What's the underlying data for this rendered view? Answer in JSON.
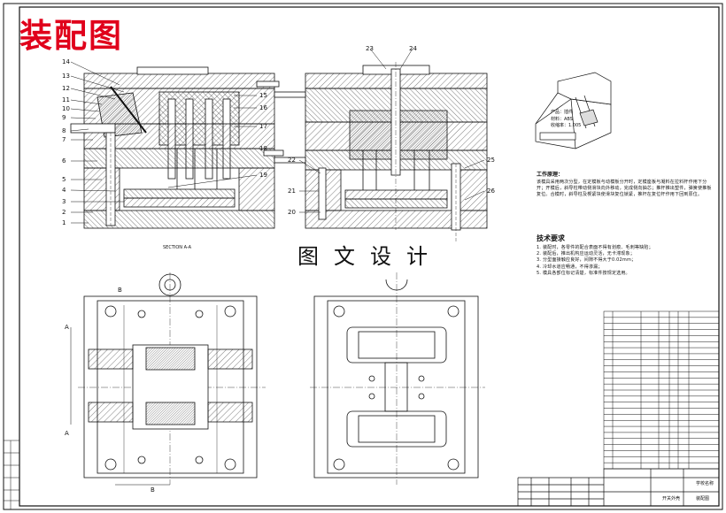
{
  "titles": {
    "main": "装配图",
    "sub": "图文设计",
    "section": "SECTION A-A"
  },
  "product": {
    "name": "产品：插件",
    "material": "材料：ABS",
    "shrink": "收缩率：1.005"
  },
  "work_principle": {
    "heading": "工作原理：",
    "text": "该模具采用两次分型，在定模板与动模板分开时，定模座板与凝料在拉料杆作用下分开；开模后，斜导柱带动侧滑块向外移动，完成侧向抽芯；推杆推出塑件，弹簧使推板复位。合模时，斜导柱及楔紧块使滑块复位锁紧，推杆在复位杆作用下回到原位。"
  },
  "tech_req": {
    "heading": "技术要求",
    "lines": [
      "1. 装配时，各零件的配合表面不得有划痕、毛刺等缺陷；",
      "2. 装配后，推出机构应运动灵活，无卡滞现象；",
      "3. 分型面接触应良好，间隙不得大于0.02mm；",
      "4. 冷却水道应畅通，不得渗漏；",
      "5. 模具各部位标记清楚，标准件按规定选用。"
    ]
  },
  "part_labels": [
    "1",
    "2",
    "3",
    "4",
    "5",
    "6",
    "7",
    "8",
    "9",
    "10",
    "11",
    "12",
    "13",
    "14",
    "15",
    "16",
    "17",
    "18",
    "19",
    "20",
    "21",
    "22",
    "23",
    "24",
    "25",
    "26"
  ],
  "section_marks": [
    "A",
    "A",
    "B",
    "B"
  ],
  "title_block": {
    "school": "学校名称",
    "drawing": "装配图",
    "type": "开关外壳"
  },
  "colors": {
    "title_red": "#e0001b",
    "line": "#111111"
  }
}
